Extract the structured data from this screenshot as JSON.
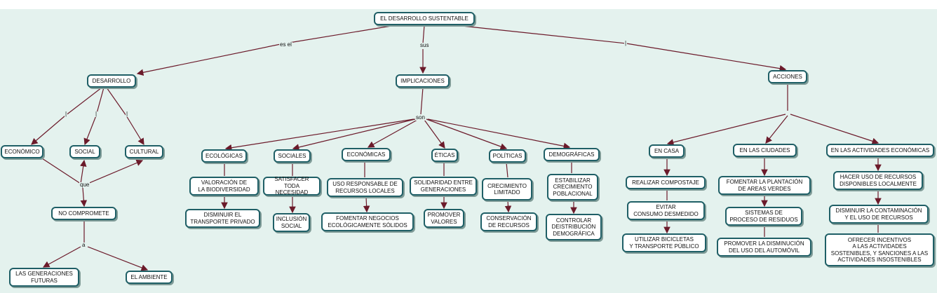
{
  "nodes": {
    "root": "EL DESARROLLO SUSTENTABLE",
    "desarrollo": "DESARROLLO",
    "implicaciones": "IMPLICACIONES",
    "acciones": "ACCIONES",
    "economico": "ECONÓMICO",
    "social": "SOCIAL",
    "cultural": "CULTURAL",
    "no_compromete": "NO COMPROMETE",
    "generaciones": "LAS GENERACIONES\nFUTURAS",
    "ambiente": "EL AMBIENTE",
    "ecologicas": "ECOLÓGICAS",
    "sociales": "SOCIALES",
    "economicas": "ECONÓMICAS",
    "eticas": "ÉTICAS",
    "politicas": "POLÍTICAS",
    "demograficas": "DEMOGRÁFICAS",
    "valoracion": "VALORACIÓN DE\nLA BIODIVERSIDAD",
    "disminuir_transporte": "DISMINUIR EL\nTRANSPORTE PRIVADO",
    "satisfacer": "SATISFACER\nTODA NECESIDAD",
    "inclusion": "INCLUSIÓN\nSOCIAL",
    "uso_responsable": "USO RESPONSABLE DE\nRECURSOS LOCALES",
    "fomentar_negocios": "FOMENTAR NEGOCIOS\nECOLÓGICAMENTE SÓLIDOS",
    "solidaridad": "SOLIDARIDAD ENTRE\nGENERACIONES",
    "promover_valores": "PROMOVER\nVALORES",
    "crecimiento": "CRECIMIENTO\nLIMITADO",
    "conservacion": "CONSERVACIÓN\nDE RECURSOS",
    "estabilizar": "ESTABILIZAR\nCRECIMIENTO\nPOBLACIONAL",
    "controlar": "CONTROLAR\nDEISTRIBUCIÓN\nDEMOGRÁFICA",
    "en_casa": "EN CASA",
    "en_ciudades": "EN LAS CIUDADES",
    "en_actividades": "EN LAS ACTIVIDADES ECONÓMICAS",
    "compostaje": "REALIZAR COMPOSTAJE",
    "evitar": "EVITAR\nCONSUMO DESMEDIDO",
    "bicicletas": "UTILIZAR BICICLETAS\nY TRANSPORTE PÚBLICO",
    "plantacion": "FOMENTAR LA PLANTACIÓN\nDE AREAS VERDES",
    "sistemas": "SISTEMAS DE\nPROCESO DE RESIDUOS",
    "promover_disminucion": "PROMOVER LA DISMINUCIÓN\nDEL USO DEL AUTOMÓVIL",
    "hacer_uso": "HACER USO DE RECURSOS\nDISPONIBLES LOCALMENTE",
    "disminuir_contaminacion": "DISMINUIR LA CONTAMINACIÓN\nY EL USO DE RECURSOS",
    "ofrecer": "OFRECER INCENTIVOS\nA LAS ACTIVIDADES\nSOSTENIBLES, Y SANCIONES A LAS\nACTIVIDADES INSOSTENIBLES"
  },
  "link_labels": {
    "es_el": "es el",
    "sus": "sus",
    "bar_acciones": "|",
    "son": "son",
    "bar_economico": "|",
    "bar_social": "|",
    "bar_cultural": "|",
    "que": "que",
    "a": "a"
  },
  "colors": {
    "background": "#e4f2ee",
    "node_border": "#1f5f66",
    "link": "#6b1a2a"
  }
}
